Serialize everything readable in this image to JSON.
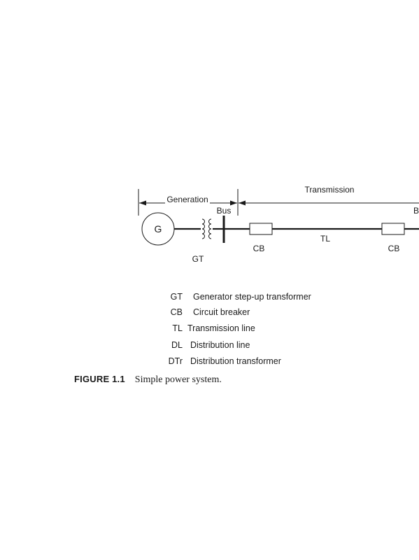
{
  "diagram": {
    "labels": {
      "generation": "Generation",
      "transmission": "Transmission",
      "bus": "Bus",
      "bus_cut": "B",
      "generator": "G",
      "gt": "GT",
      "cb_left": "CB",
      "tl": "TL",
      "cb_right": "CB"
    },
    "legend": [
      {
        "abbr": "GT",
        "desc": "Generator step-up transformer"
      },
      {
        "abbr": "CB",
        "desc": "Circuit breaker"
      },
      {
        "abbr": "TL",
        "desc": "Transmission line"
      },
      {
        "abbr": "DL",
        "desc": "Distribution line"
      },
      {
        "abbr": "DTr",
        "desc": "Distribution transformer"
      }
    ]
  },
  "caption": {
    "label": "FIGURE 1.1",
    "text": "Simple power system."
  }
}
